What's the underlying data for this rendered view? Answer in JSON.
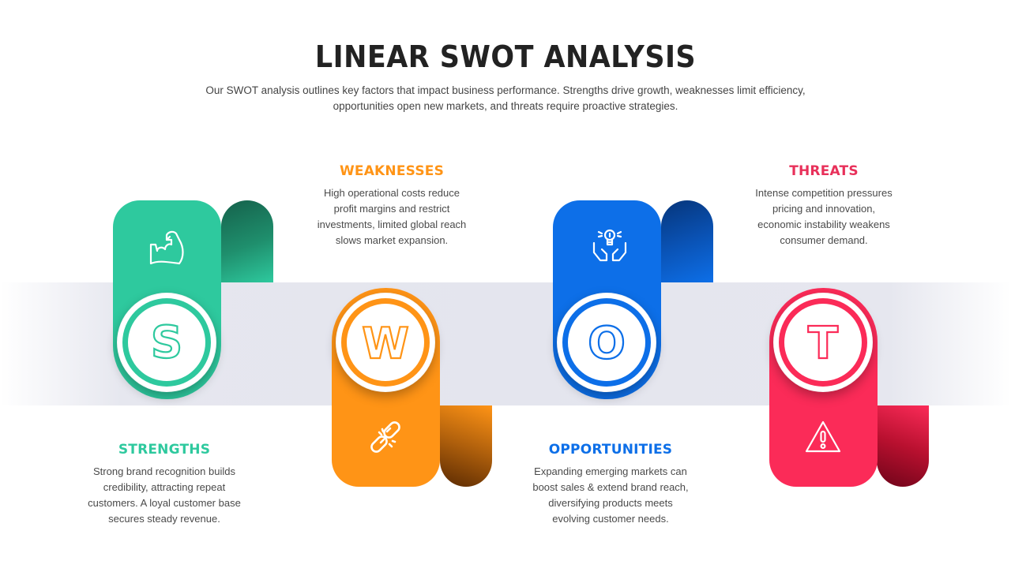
{
  "header": {
    "title": "LINEAR SWOT ANALYSIS",
    "subtitle_line1": "Our SWOT analysis outlines key factors that impact business performance. Strengths drive growth, weaknesses limit efficiency,",
    "subtitle_line2": "opportunities open new markets, and threats require proactive strategies."
  },
  "items": [
    {
      "key": "strengths",
      "letter": "S",
      "heading": "STRENGTHS",
      "icon": "flexed-bicep-icon",
      "color": "#2ec99e",
      "fold_dark": "#1a6e55",
      "desc": [
        "Strong brand recognition builds",
        "credibility, attracting repeat",
        "customers. A loyal customer base",
        "secures steady revenue."
      ]
    },
    {
      "key": "weaknesses",
      "letter": "W",
      "heading": "WEAKNESSES",
      "icon": "broken-link-icon",
      "color": "#ff9416",
      "fold_dark": "#7a3f06",
      "desc": [
        "High operational costs reduce",
        "profit margins and restrict",
        "investments, limited global reach",
        "slows market expansion."
      ]
    },
    {
      "key": "opportunities",
      "letter": "O",
      "heading": "OPPORTUNITIES",
      "icon": "lightbulb-hands-icon",
      "color": "#0d6fe8",
      "fold_dark": "#073b87",
      "desc": [
        "Expanding emerging markets can",
        "boost sales & extend brand reach,",
        "diversifying products meets",
        "evolving customer needs."
      ]
    },
    {
      "key": "threats",
      "letter": "T",
      "heading": "THREATS",
      "icon": "warning-triangle-icon",
      "color": "#fb2b58",
      "fold_dark": "#8a0a25",
      "desc": [
        "Intense competition pressures",
        "pricing and innovation,",
        "economic instability weakens",
        "consumer demand."
      ]
    }
  ]
}
